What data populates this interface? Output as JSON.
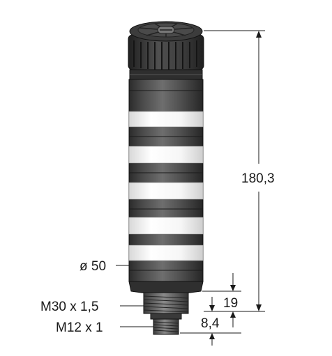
{
  "diagram": {
    "dimensions": {
      "height_total": "180,3",
      "diameter": "ø 50",
      "thread_main": "M30 x 1,5",
      "thread_connector": "M12 x 1",
      "thread_length": "19",
      "connector_length": "8,4"
    },
    "colors": {
      "body_dark": "#3a3a3a",
      "body_mid": "#5a5a5a",
      "ring_white": "#f4f4f4",
      "line": "#1a1a1a"
    }
  }
}
